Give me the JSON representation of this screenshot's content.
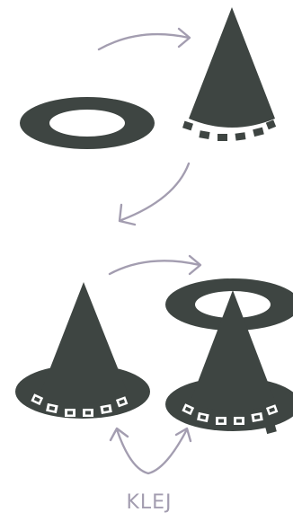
{
  "diagram": {
    "label": "KLEJ",
    "colors": {
      "hat": "#3e4542",
      "arrow": "#a39db0",
      "background": "#ffffff"
    },
    "steps": [
      {
        "name": "brim-ring",
        "icon": "ring-icon"
      },
      {
        "name": "cone-with-tabs",
        "icon": "cone-icon"
      },
      {
        "name": "assembled-hat",
        "icon": "witch-hat-icon"
      },
      {
        "name": "assembly-illustration",
        "icon": "witch-hat-icon"
      }
    ]
  }
}
